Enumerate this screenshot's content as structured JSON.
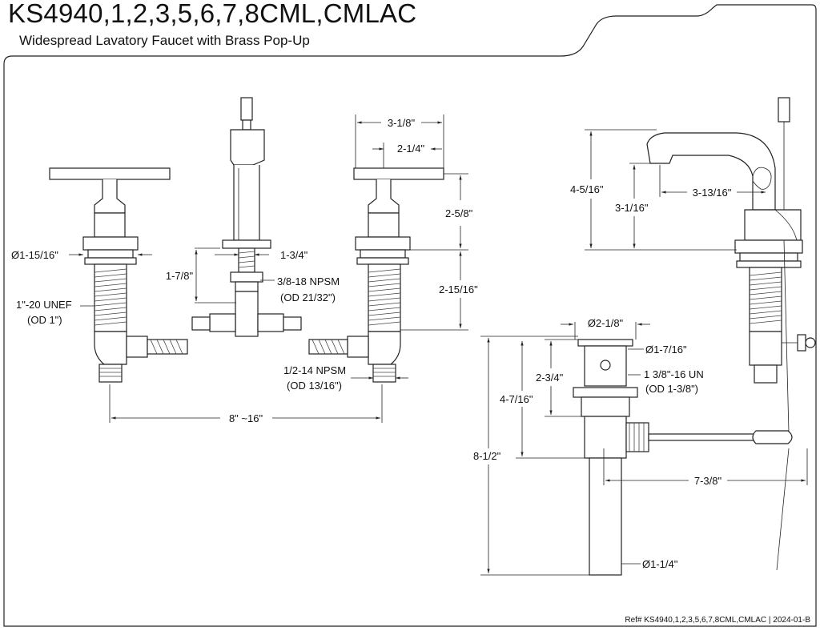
{
  "header": {
    "title": "KS4940,1,2,3,5,6,7,8CML,CMLAC",
    "subtitle": "Widespread Lavatory Faucet with Brass Pop-Up"
  },
  "dimensions": {
    "d1_15_16": "Ø1-15/16\"",
    "unef": "1\"-20 UNEF",
    "od1": "(OD 1\")",
    "d1_7_8": "1-7/8\"",
    "d1_3_4": "1-3/4\"",
    "npsm38": "3/8-18 NPSM",
    "od21_32": "(OD 21/32\")",
    "d3_1_8": "3-1/8\"",
    "d2_1_4": "2-1/4\"",
    "d2_5_8": "2-5/8\"",
    "d2_15_16": "2-15/16\"",
    "npsm12": "1/2-14 NPSM",
    "od13_16": "(OD 13/16\")",
    "spread": "8\" ~16\"",
    "d4_5_16": "4-5/16\"",
    "d3_13_16": "3-13/16\"",
    "d3_1_16": "3-1/16\"",
    "dia2_1_8": "Ø2-1/8\"",
    "dia1_7_16": "Ø1-7/16\"",
    "d2_3_4": "2-3/4\"",
    "un": "1 3/8\"-16 UN",
    "od1_3_8": "(OD 1-3/8\")",
    "d4_7_16": "4-7/16\"",
    "d8_1_2": "8-1/2\"",
    "d7_3_8": "7-3/8\"",
    "dia1_1_4": "Ø1-1/4\""
  },
  "footer": {
    "ref": "Ref# KS4940,1,2,3,5,6,7,8CML,CMLAC",
    "date": "2024-01-B"
  }
}
